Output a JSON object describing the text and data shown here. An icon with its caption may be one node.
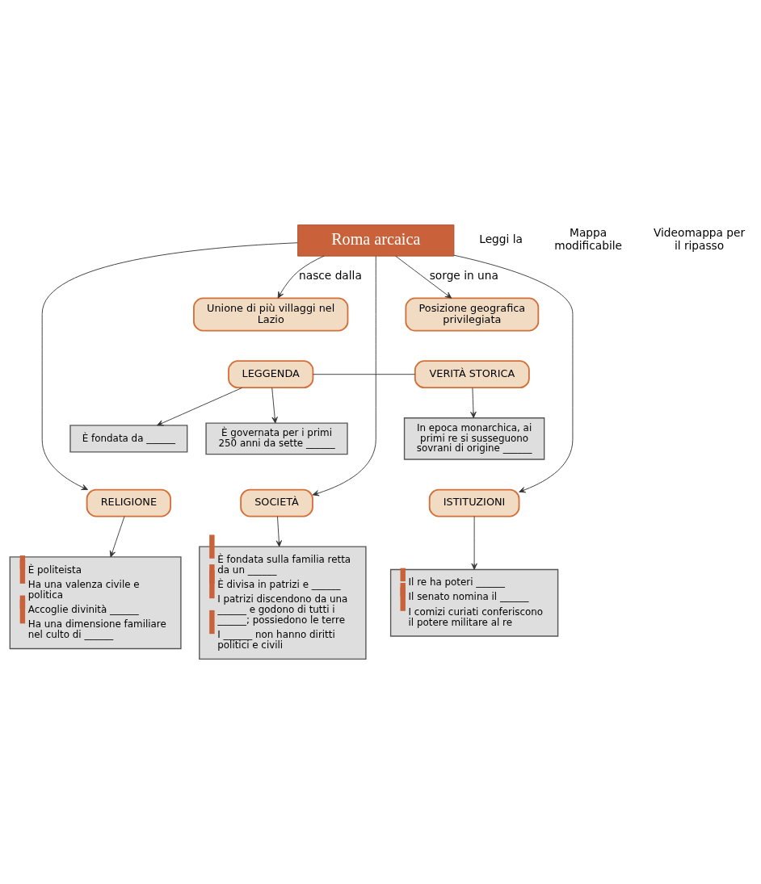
{
  "diagram": {
    "nodes": [
      {
        "text": [
          "Roma arcaica"
        ]
      },
      {
        "text": [
          "Unione di più villaggi nel Lazio"
        ]
      },
      {
        "text": [
          "Posizione geografica privilegiata"
        ]
      },
      {
        "text": [
          "LEGGENDA"
        ]
      },
      {
        "text": [
          "VERITÀ STORICA"
        ]
      },
      {
        "text": [
          "È fondata da ______"
        ]
      },
      {
        "text": [
          "È governata per i primi 250 anni da sette ______"
        ]
      },
      {
        "text": [
          "In epoca monarchica, ai primi re si susseguono sovrani di origine ______"
        ]
      },
      {
        "text": [
          "RELIGIONE"
        ]
      },
      {
        "text": [
          "SOCIETÀ"
        ]
      },
      {
        "text": [
          "ISTITUZIONI"
        ]
      },
      {
        "text": [
          "È politeista",
          "Ha una valenza civile e politica",
          "Accoglie divinità ______",
          "Ha una dimensione familiare nel culto di ______"
        ]
      },
      {
        "text": [
          "È fondata sulla familia retta da un ______",
          "È divisa in patrizi e ______",
          "I patrizi discendono da una ______ e godono di tutti i ______; possiedono le terre",
          "I ______ non hanno diritti politici e civili"
        ]
      },
      {
        "text": [
          "Il re ha poteri ______",
          "Il senato nomina il ______",
          "I comizi curiati conferiscono il potere militare al re"
        ]
      }
    ],
    "edges": [
      {
        "from": 0,
        "to": 1,
        "arrow": "to",
        "label": "nasce dalla"
      },
      {
        "from": 0,
        "to": 2,
        "arrow": "to",
        "label": "sorge in una"
      },
      {
        "from": 3,
        "to": 4,
        "arrow": "none"
      },
      {
        "from": 3,
        "to": 5,
        "arrow": "to"
      },
      {
        "from": 3,
        "to": 6,
        "arrow": "to"
      },
      {
        "from": 4,
        "to": 7,
        "arrow": "to"
      },
      {
        "from": 0,
        "to": 8,
        "arrow": "to"
      },
      {
        "from": 0,
        "to": 9,
        "arrow": "to"
      },
      {
        "from": 0,
        "to": 10,
        "arrow": "to"
      },
      {
        "from": 8,
        "to": 11,
        "arrow": "to"
      },
      {
        "from": 9,
        "to": 12,
        "arrow": "to"
      },
      {
        "from": 10,
        "to": 13,
        "arrow": "to"
      }
    ],
    "labels": [
      "Leggi la",
      "Mappa modificabile",
      "Videomappa per il ripasso"
    ]
  }
}
